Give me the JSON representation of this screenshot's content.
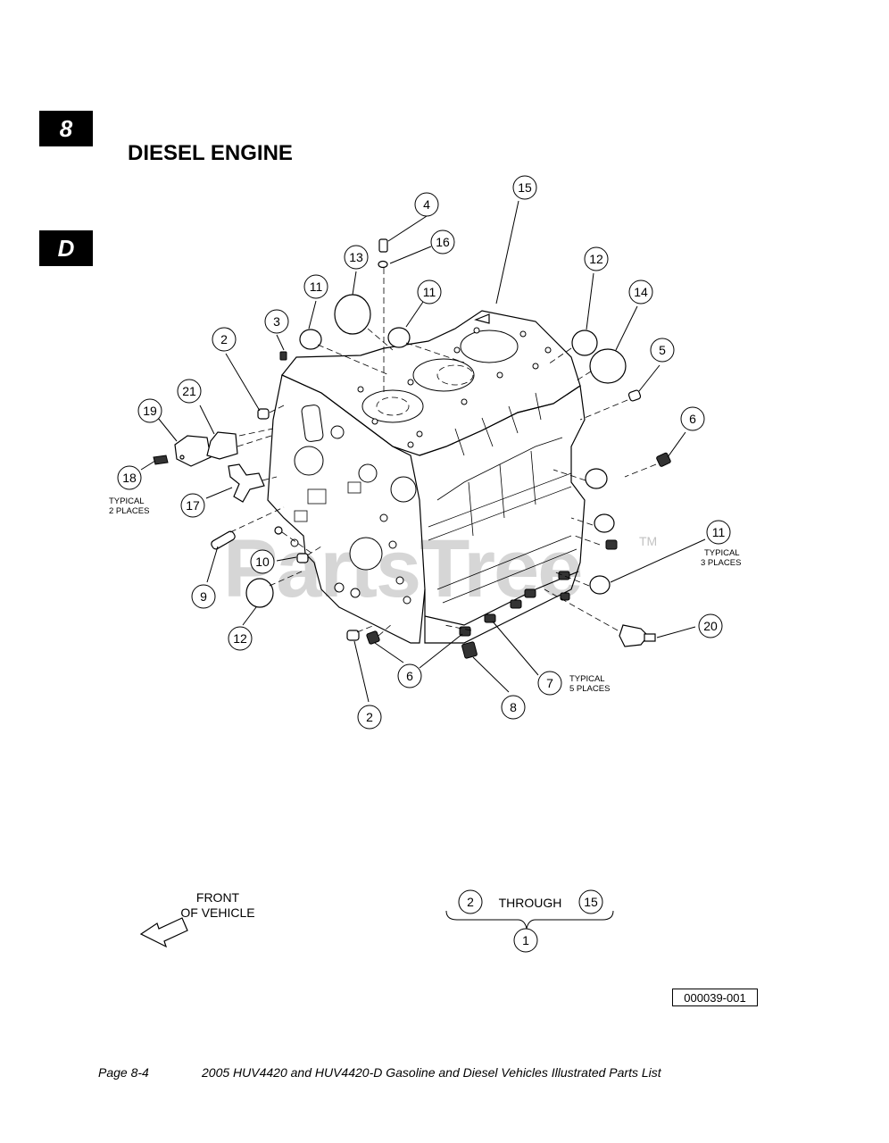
{
  "tabs": {
    "section": "8",
    "letter": "D"
  },
  "title": "DIESEL ENGINE",
  "callouts": [
    "1",
    "2",
    "3",
    "4",
    "5",
    "6",
    "7",
    "8",
    "9",
    "10",
    "11",
    "12",
    "13",
    "14",
    "15",
    "16",
    "17",
    "18",
    "19",
    "20",
    "21"
  ],
  "notes": {
    "typical_2": [
      "TYPICAL",
      "2 PLACES"
    ],
    "typical_3": [
      "TYPICAL",
      "3 PLACES"
    ],
    "typical_5": [
      "TYPICAL",
      "5 PLACES"
    ]
  },
  "watermark": {
    "text": "PartsTree",
    "tm": "TM"
  },
  "front": [
    "FRONT",
    "OF VEHICLE"
  ],
  "legend": {
    "from": "2",
    "through_label": "THROUGH",
    "to": "15",
    "assembly": "1"
  },
  "reference_code": "000039-001",
  "footer": {
    "page": "Page 8-4",
    "doc_title": "2005 HUV4420 and HUV4420-D Gasoline and Diesel Vehicles Illustrated Parts List"
  }
}
